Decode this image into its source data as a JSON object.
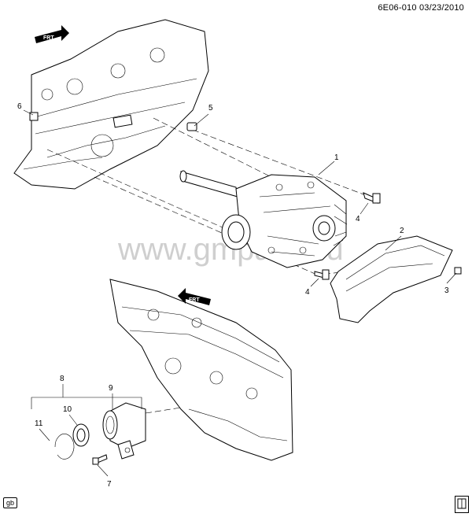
{
  "header": {
    "code": "6E06-010",
    "date": "03/23/2010"
  },
  "watermark": "www.gmparts.ru",
  "forward_label": "FRT",
  "callouts": [
    "1",
    "2",
    "3",
    "4",
    "4",
    "5",
    "6",
    "7",
    "8",
    "9",
    "10",
    "11"
  ],
  "footer": {
    "tag": "gb"
  },
  "icons": [
    "forward-arrow-icon",
    "manual-book-icon"
  ]
}
